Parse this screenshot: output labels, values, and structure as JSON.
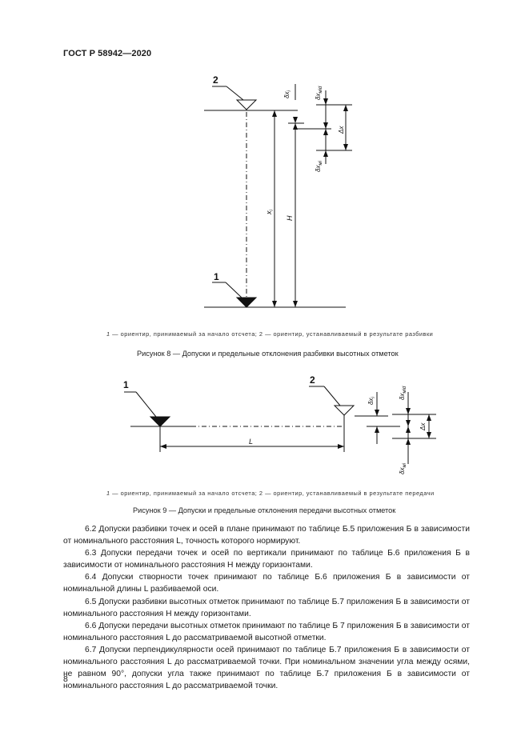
{
  "header": {
    "title": "ГОСТ Р 58942—2020"
  },
  "figure8": {
    "marker_2": "2",
    "marker_1": "1",
    "labels": {
      "dxi": "δx",
      "dxi_sub": "i",
      "dxmid": "δx",
      "dxmid_sub": "мid",
      "dx": "Δx",
      "dxmi": "δx",
      "dxmi_sub": "мi",
      "xi": "x",
      "xi_sub": "i",
      "H": "H"
    },
    "legend": "1 — ориентир, принимаемый за начало отсчета; 2 — ориентир, устанавливаемый в результате разбивки",
    "legend_num1": "1",
    "legend_mid": " — ориентир, принимаемый за начало отсчета; 2 — ориентир, устанавливаемый в результате разбивки",
    "caption": "Рисунок 8 — Допуски и предельные отклонения разбивки высотных отметок"
  },
  "figure9": {
    "marker_1": "1",
    "marker_2": "2",
    "labels": {
      "dxi": "δx",
      "dxi_sub": "i",
      "dxmid": "δx",
      "dxmid_sub": "мid",
      "dx": "Δx",
      "dxmi": "δx",
      "dxmi_sub": "мi",
      "L": "L"
    },
    "legend_num1": "1",
    "legend_mid": " — ориентир, принимаемый за начало отсчета; 2 — ориентир, устанавливаемый в результате передачи",
    "caption": "Рисунок 9 — Допуски и предельные отклонения передачи высотных отметок"
  },
  "paragraphs": [
    "6.2 Допуски разбивки точек и осей в плане принимают по таблице Б.5 приложения Б в зависимости от номинального расстояния L, точность которого нормируют.",
    "6.3 Допуски передачи точек и осей по вертикали принимают по таблице Б.6 приложения Б в зависимости от номинального расстояния Н между горизонтами.",
    "6.4 Допуски створности точек принимают по таблице Б.6 приложения Б в зависимости от номинальной длины L разбиваемой оси.",
    "6.5 Допуски разбивки высотных отметок принимают по таблице Б.7 приложения Б в зависимости от номинального расстояния Н между горизонтами.",
    "6.6 Допуски передачи высотных отметок принимают по таблице Б 7 приложения Б в зависимости от номинального расстояния L до рассматриваемой высотной отметки.",
    "6.7 Допуски перпендикулярности осей принимают по таблице Б.7 приложения Б в зависимости от номинального расстояния L до рассматриваемой точки. При номинальном значении угла между осями, не равном 90°, допуски угла также принимают по таблице Б.7 приложения Б в зависимости от номинального расстояния L до рассматриваемой точки."
  ],
  "page_number": "8"
}
